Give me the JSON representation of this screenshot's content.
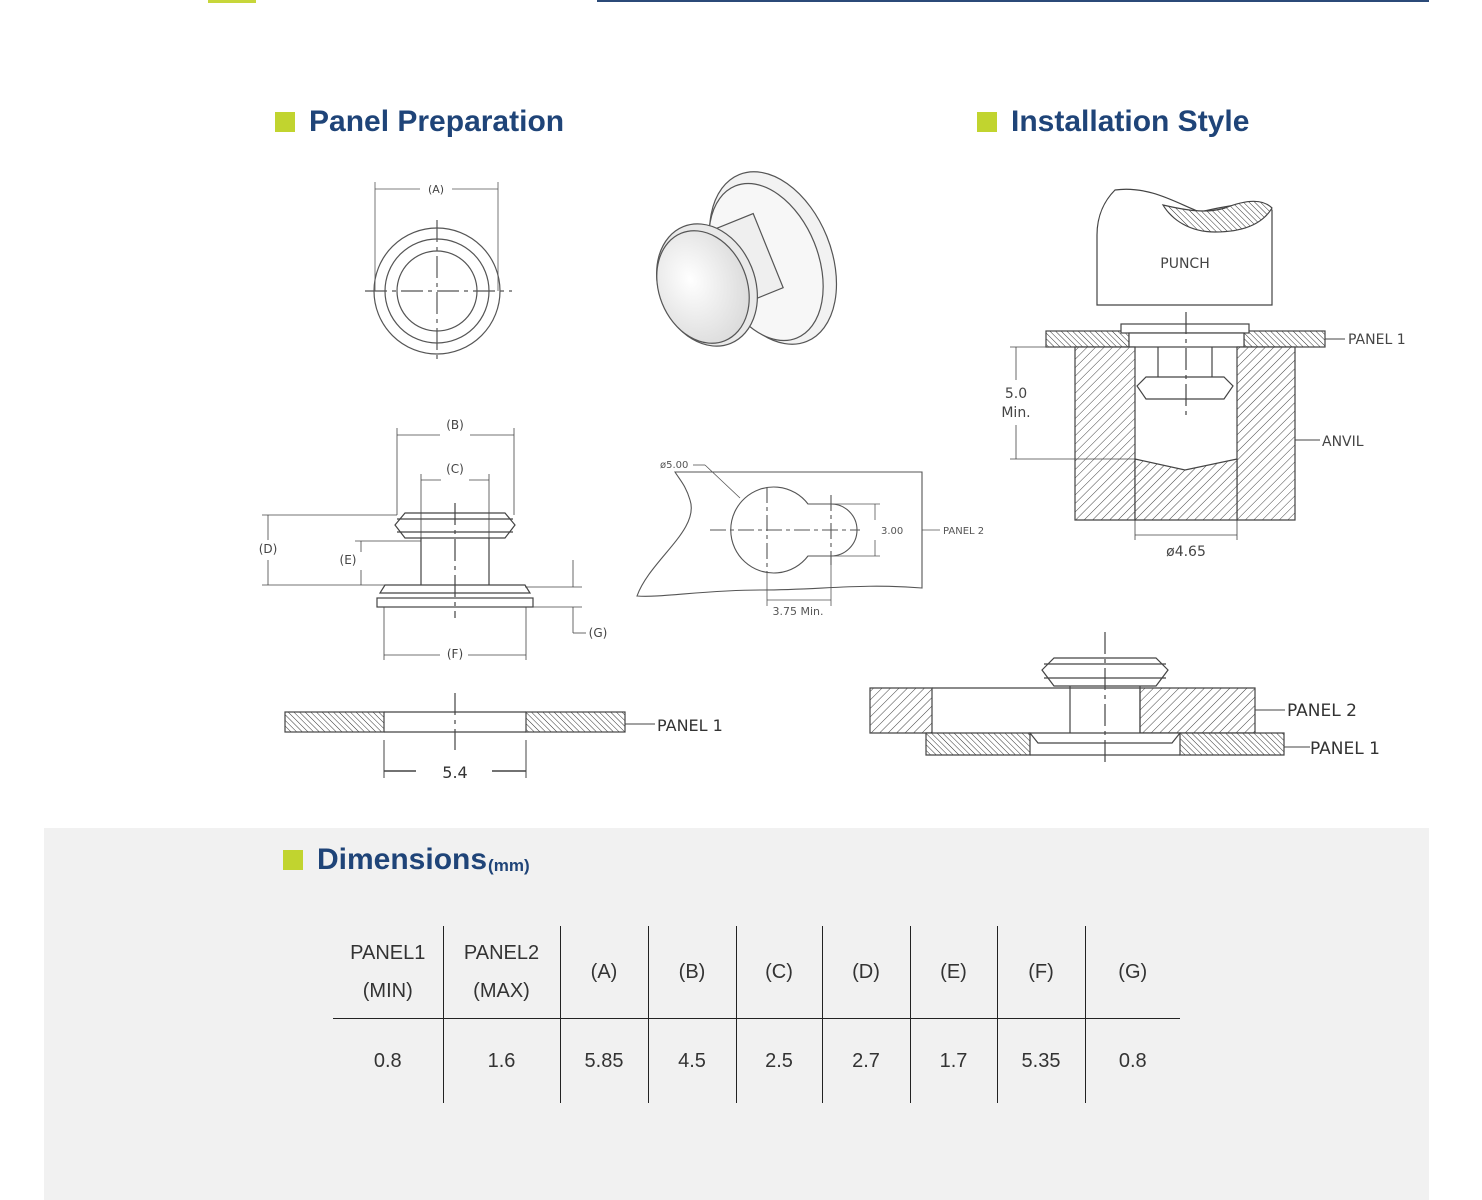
{
  "panel_preparation": {
    "title": "Panel Preparation"
  },
  "installation_style": {
    "title": "Installation Style"
  },
  "drawing_labels": {
    "a": "(A)",
    "b": "(B)",
    "c": "(C)",
    "d": "(D)",
    "e": "(E)",
    "f": "(F)",
    "g": "(G)",
    "hole_size": "5.4",
    "panel1": "PANEL 1",
    "panel2": "PANEL 2",
    "keyhole_diameter": "ø5.00",
    "slot_width": "3.00",
    "slot_min": "3.75 Min.",
    "punch": "PUNCH",
    "anvil": "ANVIL",
    "depth_value": "5.0",
    "depth_min": "Min.",
    "anvil_hole": "ø4.65"
  },
  "dimensions": {
    "title": "Dimensions",
    "unit": "(mm)",
    "headers": [
      {
        "line1": "PANEL1",
        "line2": "(MIN)"
      },
      {
        "line1": "PANEL2",
        "line2": "(MAX)"
      },
      {
        "line1": "(A)",
        "line2": ""
      },
      {
        "line1": "(B)",
        "line2": ""
      },
      {
        "line1": "(C)",
        "line2": ""
      },
      {
        "line1": "(D)",
        "line2": ""
      },
      {
        "line1": "(E)",
        "line2": ""
      },
      {
        "line1": "(F)",
        "line2": ""
      },
      {
        "line1": "(G)",
        "line2": ""
      }
    ],
    "row": [
      "0.8",
      "1.6",
      "5.85",
      "4.5",
      "2.5",
      "2.7",
      "1.7",
      "5.35",
      "0.8"
    ]
  }
}
